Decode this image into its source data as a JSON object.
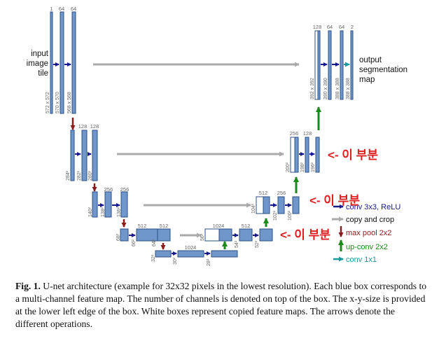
{
  "labels": {
    "input": [
      "input",
      "image",
      "tile"
    ],
    "output": [
      "output",
      "segmentation",
      "map"
    ]
  },
  "annotations": [
    "<- 이 부분",
    "<- 이 부분",
    "<- 이 부분"
  ],
  "legend": [
    {
      "label": "conv 3x3, ReLU",
      "color": "#1a1a8c",
      "icon": "conv-arrow"
    },
    {
      "label": "copy and crop",
      "color": "#aaaaaa",
      "icon": "copy-arrow"
    },
    {
      "label": "max pool 2x2",
      "color": "#8b1a1a",
      "icon": "pool-arrow"
    },
    {
      "label": "up-conv 2x2",
      "color": "#1a8a1a",
      "icon": "upconv-arrow"
    },
    {
      "label": "conv 1x1",
      "color": "#1a9a9a",
      "icon": "conv1x1-arrow"
    }
  ],
  "colors": {
    "box_fill": "#6f97cc",
    "box_stroke": "#2c4f86",
    "annotation": "#e02020",
    "caption_text": "#111111"
  },
  "channels": {
    "l1_enc": [
      "1",
      "64",
      "64"
    ],
    "l2_enc": [
      "128",
      "128"
    ],
    "l3_enc": [
      "256",
      "256"
    ],
    "l4_enc": [
      "512",
      "512"
    ],
    "bottom": [
      "1024"
    ],
    "l4_dec": [
      "1024",
      "512"
    ],
    "l3_dec": [
      "512",
      "256"
    ],
    "l2_dec": [
      "256",
      "128"
    ],
    "l1_dec": [
      "128",
      "64",
      "64",
      "2"
    ]
  },
  "sizes": {
    "l1_enc": [
      "572 x 572",
      "570 x 570",
      "568 x 568"
    ],
    "l2_enc": [
      "284²",
      "282²",
      "280²"
    ],
    "l3_enc": [
      "140²",
      "138²",
      "136²"
    ],
    "l4_enc": [
      "68²",
      "66²",
      "64²"
    ],
    "bottom": [
      "32²",
      "30²",
      "28²"
    ],
    "l4_dec": [
      "56²",
      "54²",
      "52²"
    ],
    "l3_dec": [
      "104²",
      "102²",
      "100²"
    ],
    "l2_dec": [
      "200²",
      "198²",
      "196²"
    ],
    "l1_dec": [
      "392 x 392",
      "390 x 390",
      "388 x 388",
      "388 x 388"
    ]
  },
  "caption": {
    "lead": "Fig. 1.",
    "text": " U-net architecture (example for 32x32 pixels in the lowest resolution). Each blue box corresponds to a multi-channel feature map. The number of channels is denoted on top of the box. The x-y-size is provided at the lower left edge of the box. White boxes represent copied feature maps. The arrows denote the different operations."
  }
}
